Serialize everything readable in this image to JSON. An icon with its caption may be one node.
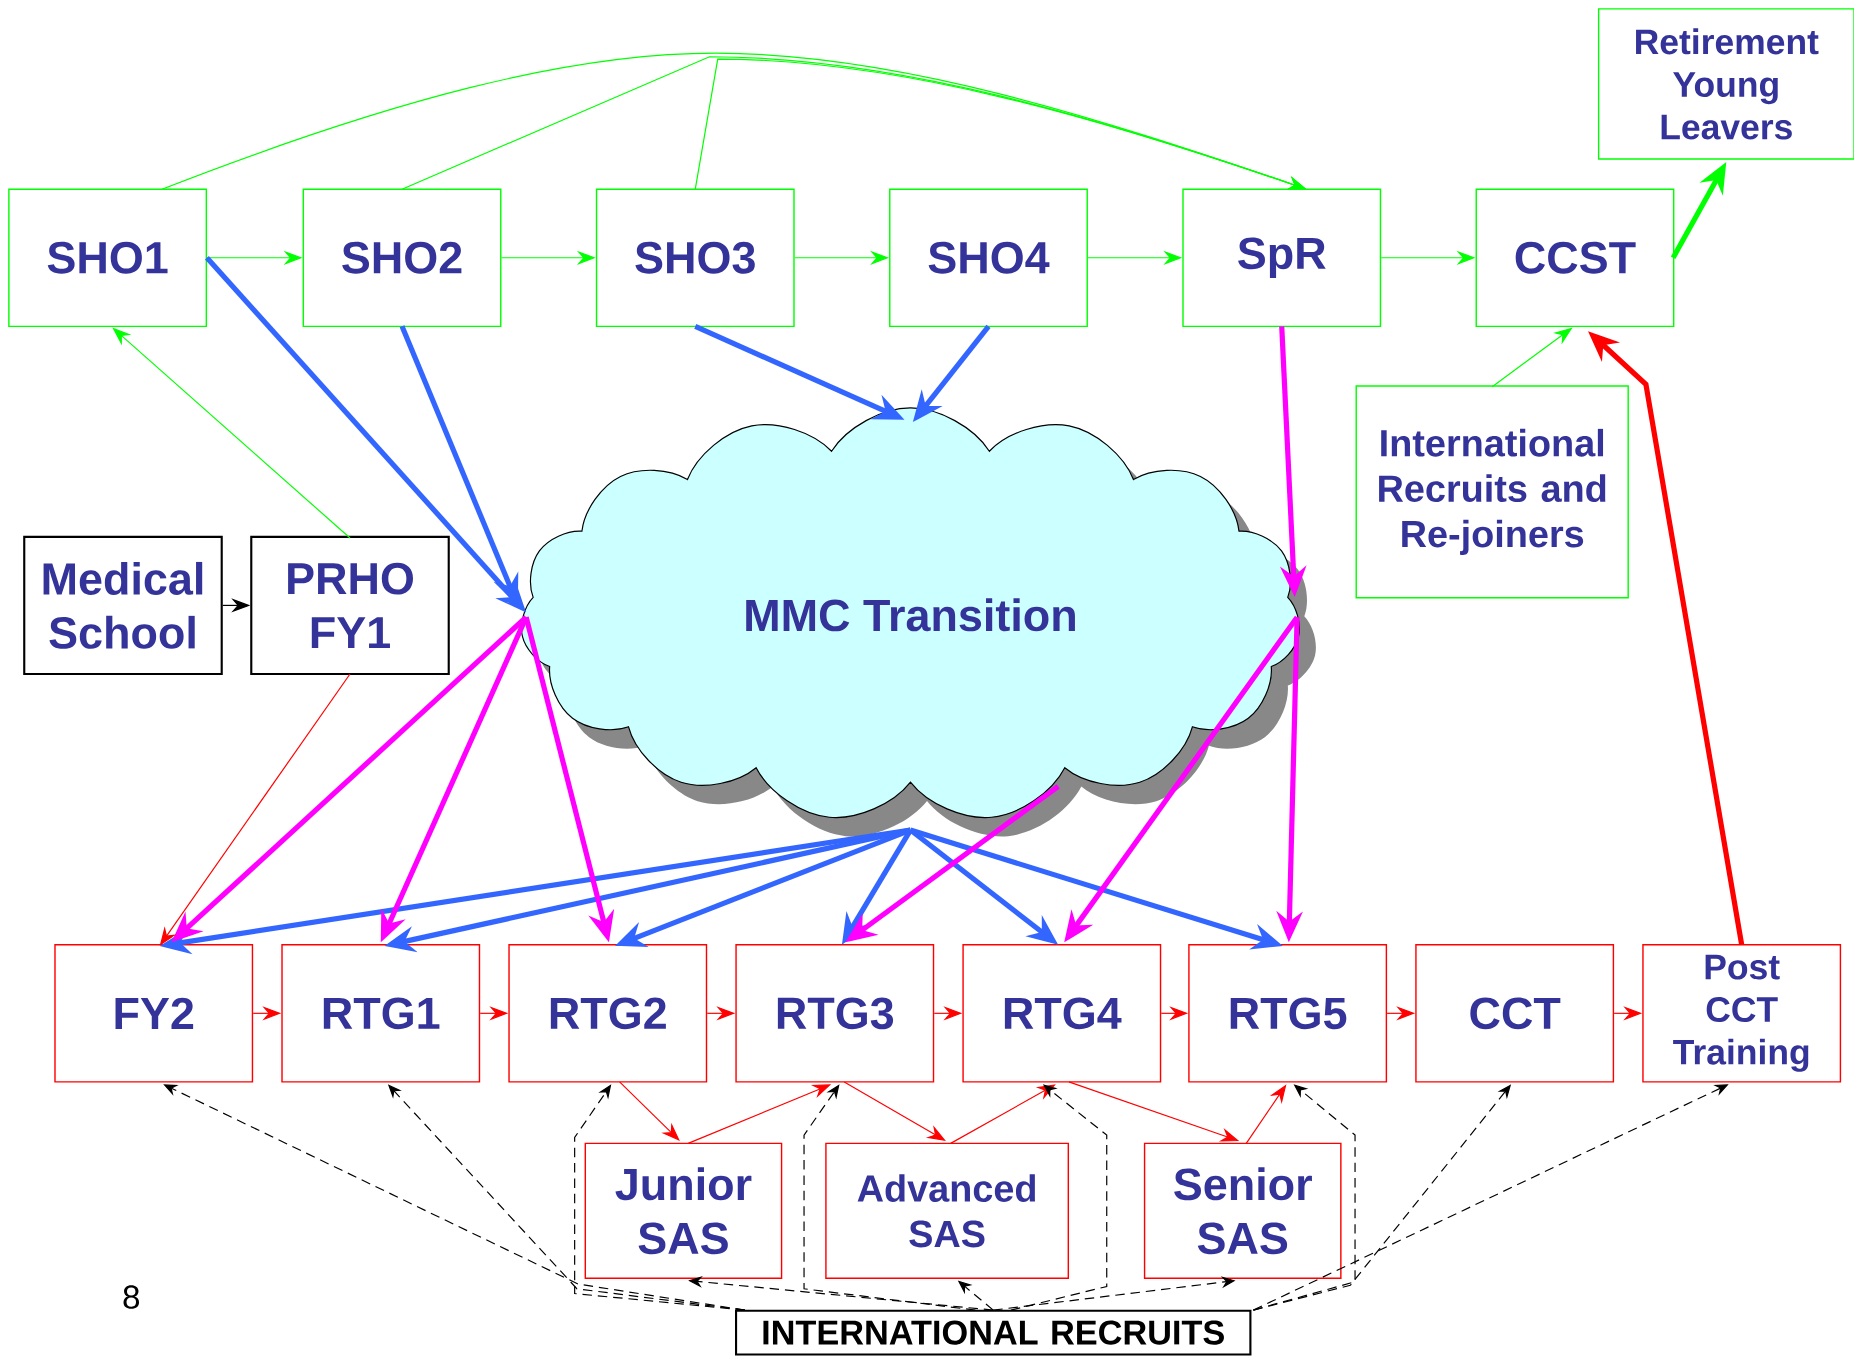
{
  "diagram": {
    "nodes": [
      {
        "text": [
          "SHO1"
        ]
      },
      {
        "text": [
          "SHO2"
        ]
      },
      {
        "text": [
          "SHO3"
        ]
      },
      {
        "text": [
          "SHO4"
        ]
      },
      {
        "text": [
          "SpR"
        ]
      },
      {
        "text": [
          "CCST"
        ]
      },
      {
        "text": [
          "Retirement Young Leavers"
        ]
      },
      {
        "text": [
          "International Recruits and Re-joiners"
        ]
      },
      {
        "text": [
          "Medical School"
        ]
      },
      {
        "text": [
          "PRHO FY1"
        ]
      },
      {
        "text": [
          "MMC Transition"
        ]
      },
      {
        "text": [
          "FY2"
        ]
      },
      {
        "text": [
          "RTG1"
        ]
      },
      {
        "text": [
          "RTG2"
        ]
      },
      {
        "text": [
          "RTG3"
        ]
      },
      {
        "text": [
          "RTG4"
        ]
      },
      {
        "text": [
          "RTG5"
        ]
      },
      {
        "text": [
          "CCT"
        ]
      },
      {
        "text": [
          "Post CCT Training"
        ]
      },
      {
        "text": [
          "Junior SAS"
        ]
      },
      {
        "text": [
          "Advanced SAS"
        ]
      },
      {
        "text": [
          "Senior SAS"
        ]
      },
      {
        "text": [
          "INTERNATIONAL RECRUITS"
        ]
      }
    ],
    "edges": [
      {
        "from": 0,
        "to": 1,
        "arrow": "to",
        "color": "#00ff00"
      },
      {
        "from": 1,
        "to": 2,
        "arrow": "to",
        "color": "#00ff00"
      },
      {
        "from": 2,
        "to": 3,
        "arrow": "to",
        "color": "#00ff00"
      },
      {
        "from": 3,
        "to": 4,
        "arrow": "to",
        "color": "#00ff00"
      },
      {
        "from": 4,
        "to": 5,
        "arrow": "to",
        "color": "#00ff00"
      },
      {
        "from": 5,
        "to": 6,
        "arrow": "to",
        "color": "#00ff00",
        "style": "thick"
      },
      {
        "from": 0,
        "to": 4,
        "arrow": "to",
        "color": "#00ff00"
      },
      {
        "from": 1,
        "to": 4,
        "arrow": "to",
        "color": "#00ff00"
      },
      {
        "from": 2,
        "to": 4,
        "arrow": "to",
        "color": "#00ff00"
      },
      {
        "from": 9,
        "to": 0,
        "arrow": "to",
        "color": "#00ff00"
      },
      {
        "from": 7,
        "to": 5,
        "arrow": "to",
        "color": "#00ff00"
      },
      {
        "from": 8,
        "to": 9,
        "arrow": "to",
        "color": "#000000"
      },
      {
        "from": 0,
        "to": 10,
        "arrow": "to",
        "color": "#3366ff",
        "style": "thick"
      },
      {
        "from": 1,
        "to": 10,
        "arrow": "to",
        "color": "#3366ff",
        "style": "thick"
      },
      {
        "from": 2,
        "to": 10,
        "arrow": "to",
        "color": "#3366ff",
        "style": "thick"
      },
      {
        "from": 3,
        "to": 10,
        "arrow": "to",
        "color": "#3366ff",
        "style": "thick"
      },
      {
        "from": 10,
        "to": 11,
        "arrow": "to",
        "color": "#3366ff",
        "style": "thick"
      },
      {
        "from": 10,
        "to": 12,
        "arrow": "to",
        "color": "#3366ff",
        "style": "thick"
      },
      {
        "from": 10,
        "to": 13,
        "arrow": "to",
        "color": "#3366ff",
        "style": "thick"
      },
      {
        "from": 10,
        "to": 14,
        "arrow": "to",
        "color": "#3366ff",
        "style": "thick"
      },
      {
        "from": 10,
        "to": 15,
        "arrow": "to",
        "color": "#3366ff",
        "style": "thick"
      },
      {
        "from": 10,
        "to": 16,
        "arrow": "to",
        "color": "#3366ff",
        "style": "thick"
      },
      {
        "from": 10,
        "to": 11,
        "arrow": "to",
        "color": "#ff00ff",
        "style": "thick"
      },
      {
        "from": 10,
        "to": 12,
        "arrow": "to",
        "color": "#ff00ff",
        "style": "thick"
      },
      {
        "from": 10,
        "to": 13,
        "arrow": "to",
        "color": "#ff00ff",
        "style": "thick"
      },
      {
        "from": 4,
        "to": 10,
        "arrow": "to",
        "color": "#ff00ff",
        "style": "thick"
      },
      {
        "from": 10,
        "to": 15,
        "arrow": "to",
        "color": "#ff00ff",
        "style": "thick"
      },
      {
        "from": 10,
        "to": 16,
        "arrow": "to",
        "color": "#ff00ff",
        "style": "thick"
      },
      {
        "from": 10,
        "to": 14,
        "arrow": "to",
        "color": "#ff00ff",
        "style": "thick"
      },
      {
        "from": 9,
        "to": 11,
        "arrow": "to"
      },
      {
        "from": 11,
        "to": 12,
        "arrow": "to"
      },
      {
        "from": 12,
        "to": 13,
        "arrow": "to"
      },
      {
        "from": 13,
        "to": 14,
        "arrow": "to"
      },
      {
        "from": 14,
        "to": 15,
        "arrow": "to"
      },
      {
        "from": 15,
        "to": 16,
        "arrow": "to"
      },
      {
        "from": 16,
        "to": 17,
        "arrow": "to"
      },
      {
        "from": 17,
        "to": 18,
        "arrow": "to"
      },
      {
        "from": 18,
        "to": 5,
        "arrow": "to",
        "style": "thick"
      },
      {
        "from": 13,
        "to": 19,
        "arrow": "to"
      },
      {
        "from": 19,
        "to": 14,
        "arrow": "to"
      },
      {
        "from": 14,
        "to": 20,
        "arrow": "to"
      },
      {
        "from": 20,
        "to": 15,
        "arrow": "to"
      },
      {
        "from": 15,
        "to": 21,
        "arrow": "to"
      },
      {
        "from": 21,
        "to": 16,
        "arrow": "to"
      },
      {
        "from": 22,
        "to": 11,
        "arrow": "to",
        "style": "dashed",
        "color": "#000000"
      },
      {
        "from": 22,
        "to": 12,
        "arrow": "to",
        "style": "dashed",
        "color": "#000000"
      },
      {
        "from": 22,
        "to": 19,
        "arrow": "to",
        "style": "dashed",
        "color": "#000000"
      },
      {
        "from": 22,
        "to": 13,
        "arrow": "to",
        "style": "dashed",
        "color": "#000000"
      },
      {
        "from": 22,
        "to": 20,
        "arrow": "to",
        "style": "dashed",
        "color": "#000000"
      },
      {
        "from": 22,
        "to": 14,
        "arrow": "to",
        "style": "dashed",
        "color": "#000000"
      },
      {
        "from": 22,
        "to": 15,
        "arrow": "to",
        "style": "dashed",
        "color": "#000000"
      },
      {
        "from": 22,
        "to": 21,
        "arrow": "to",
        "style": "dashed",
        "color": "#000000"
      },
      {
        "from": 22,
        "to": 16,
        "arrow": "to",
        "style": "dashed",
        "color": "#000000"
      },
      {
        "from": 22,
        "to": 17,
        "arrow": "to",
        "style": "dashed",
        "color": "#000000"
      },
      {
        "from": 22,
        "to": 18,
        "arrow": "to",
        "style": "dashed",
        "color": "#000000"
      }
    ],
    "labels": [
      "8"
    ]
  }
}
